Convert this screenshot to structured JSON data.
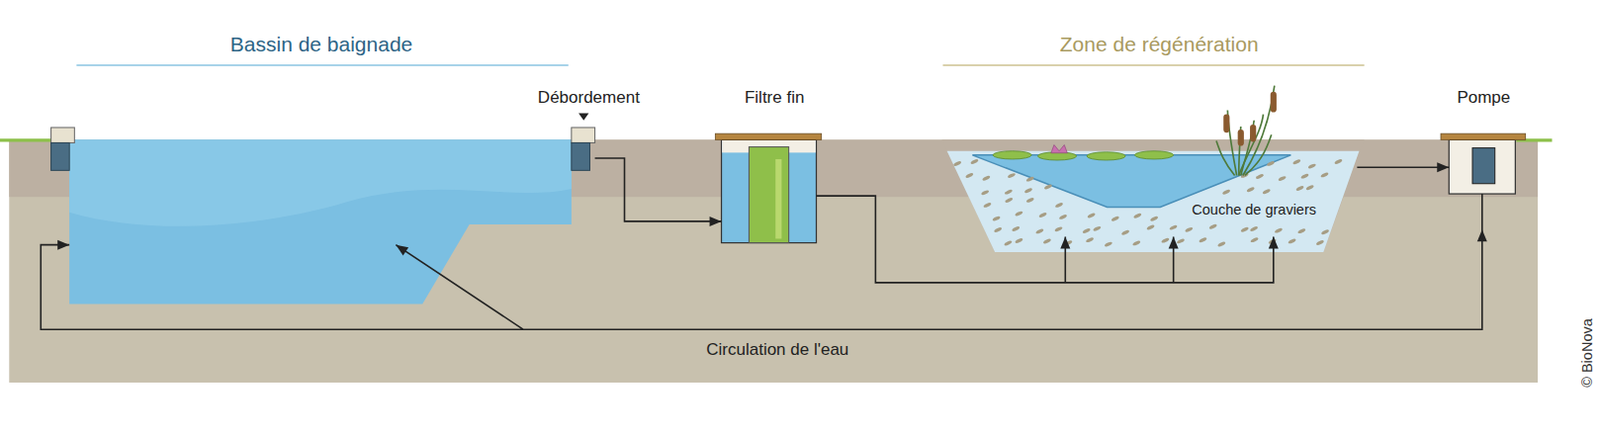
{
  "diagram": {
    "nodes": [
      {
        "text": [
          "Bassin de baignade"
        ]
      },
      {
        "text": [
          "Débordement"
        ]
      },
      {
        "text": [
          "Filtre fin"
        ]
      },
      {
        "text": [
          "Zone de régénération"
        ]
      },
      {
        "text": [
          "Couche de graviers"
        ],
        "in": 3
      },
      {
        "text": [
          "Pompe"
        ]
      }
    ],
    "edges": [
      {
        "from": 1,
        "to": 2,
        "arrow": "to"
      },
      {
        "from": 2,
        "to": 4,
        "arrow": "to"
      },
      {
        "from": 3,
        "to": 5,
        "arrow": "to"
      },
      {
        "from": 5,
        "to": 0,
        "label": "Circulation de l'eau",
        "arrow": "to"
      }
    ],
    "labels": [
      "© BioNova"
    ]
  }
}
